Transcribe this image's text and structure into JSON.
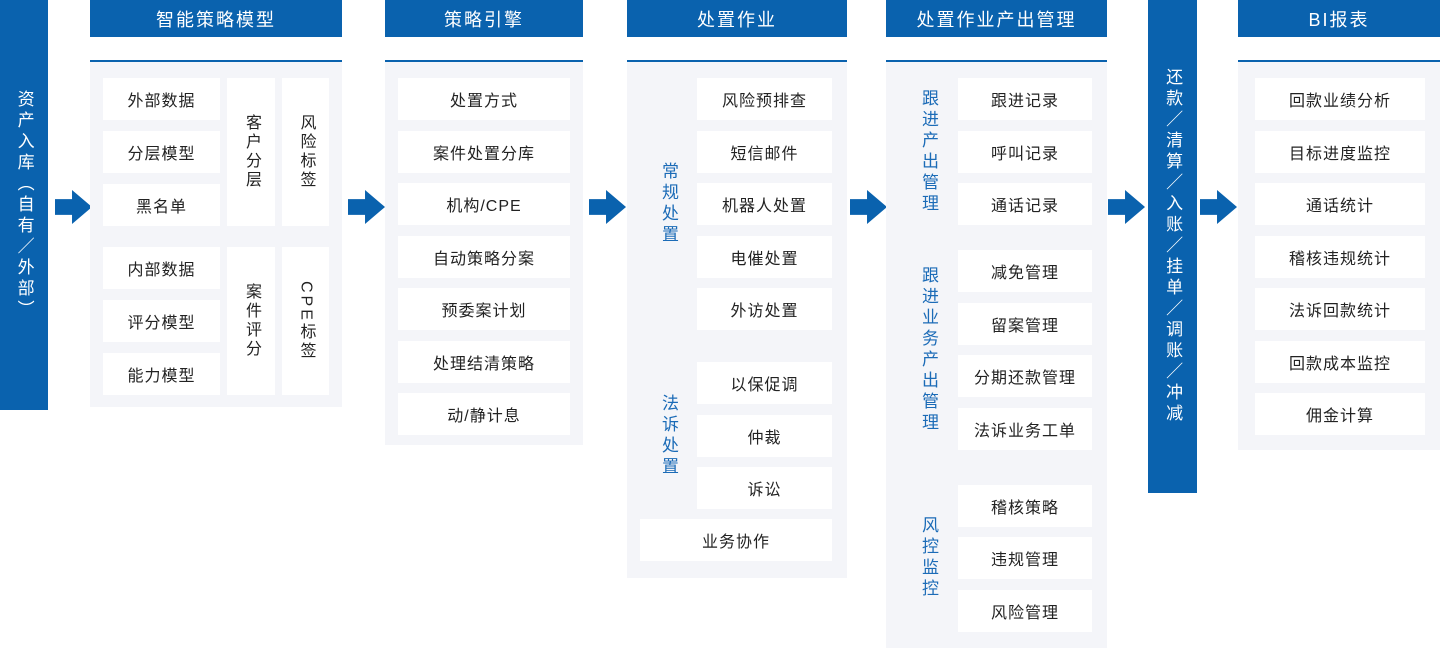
{
  "colors": {
    "primary_blue": "#0A62AE",
    "section_label_blue": "#1B6BB7",
    "panel_background": "#F4F5F9",
    "item_background": "#FFFFFF",
    "item_text": "#222222"
  },
  "left_bar": {
    "text": "资产入库（自有／外部）"
  },
  "right_bar": {
    "text": "还款／清算／入账／挂单／调账／冲减"
  },
  "columns": [
    {
      "title": "智能策略模型",
      "groups": [
        {
          "items": [
            "外部数据",
            "分层模型",
            "黑名单"
          ],
          "verticals": [
            "客户分层",
            "风险标签"
          ]
        },
        {
          "items": [
            "内部数据",
            "评分模型",
            "能力模型"
          ],
          "verticals": [
            "案件评分",
            "CPE标签"
          ]
        }
      ]
    },
    {
      "title": "策略引擎",
      "items": [
        "处置方式",
        "案件处置分库",
        "机构/CPE",
        "自动策略分案",
        "预委案计划",
        "处理结清策略",
        "动/静计息"
      ]
    },
    {
      "title": "处置作业",
      "sections": [
        {
          "label": "常规处置",
          "items": [
            "风险预排查",
            "短信邮件",
            "机器人处置",
            "电催处置",
            "外访处置"
          ]
        },
        {
          "label": "法诉处置",
          "items": [
            "以保促调",
            "仲裁",
            "诉讼"
          ]
        }
      ],
      "footer_item": "业务协作"
    },
    {
      "title": "处置作业产出管理",
      "sections": [
        {
          "label": "跟进产出管理",
          "items": [
            "跟进记录",
            "呼叫记录",
            "通话记录"
          ]
        },
        {
          "label": "跟进业务产出管理",
          "items": [
            "减免管理",
            "留案管理",
            "分期还款管理",
            "法诉业务工单"
          ]
        },
        {
          "label": "风控监控",
          "items": [
            "稽核策略",
            "违规管理",
            "风险管理"
          ]
        }
      ]
    },
    {
      "title": "BI报表",
      "items": [
        "回款业绩分析",
        "目标进度监控",
        "通话统计",
        "稽核违规统计",
        "法诉回款统计",
        "回款成本监控",
        "佣金计算"
      ]
    }
  ]
}
